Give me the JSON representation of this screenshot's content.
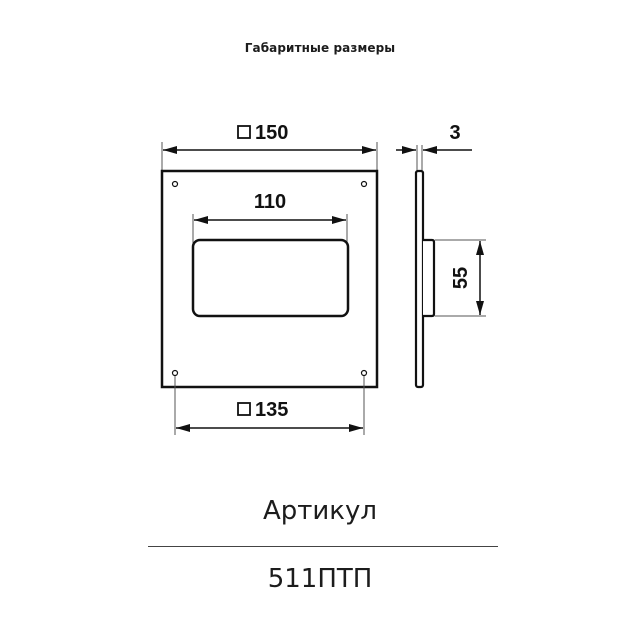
{
  "header": {
    "title": "Габаритные размеры"
  },
  "drawing": {
    "front_view": {
      "outer_size_label": "150",
      "outer_size_symbol": "square",
      "opening_width_label": "110",
      "hole_spacing_label": "135",
      "hole_spacing_symbol": "square",
      "mounting_holes": 4
    },
    "side_view": {
      "thickness_label": "3",
      "boss_height_label": "55"
    },
    "line_color": "#111111",
    "dimension_line_color": "#555555"
  },
  "footer": {
    "article_label": "Артикул",
    "article_value": "511ПТП"
  }
}
